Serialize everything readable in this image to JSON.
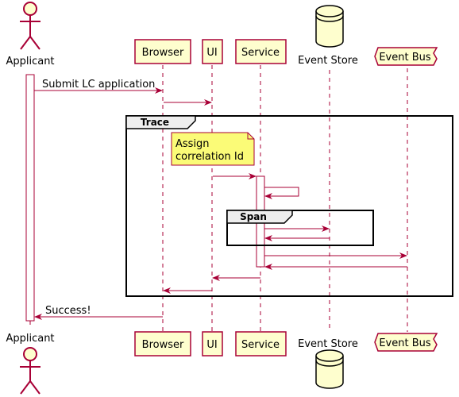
{
  "diagram": {
    "type": "sequence",
    "participants": [
      {
        "id": "applicant",
        "label": "Applicant",
        "shape": "actor"
      },
      {
        "id": "browser",
        "label": "Browser",
        "shape": "box"
      },
      {
        "id": "ui",
        "label": "UI",
        "shape": "box"
      },
      {
        "id": "service",
        "label": "Service",
        "shape": "box"
      },
      {
        "id": "event_store",
        "label": "Event Store",
        "shape": "database"
      },
      {
        "id": "event_bus",
        "label": "Event Bus",
        "shape": "queue"
      }
    ],
    "groups": [
      {
        "label": "Trace"
      },
      {
        "label": "Span"
      }
    ],
    "note": {
      "lines": [
        "Assign",
        "correlation Id"
      ]
    },
    "messages": [
      {
        "from": "applicant",
        "to": "browser",
        "label": "Submit LC application"
      },
      {
        "from": "browser",
        "to": "ui",
        "label": ""
      },
      {
        "from": "ui",
        "to": "service",
        "label": ""
      },
      {
        "from": "service",
        "to": "service",
        "label": ""
      },
      {
        "from": "service",
        "to": "event_store",
        "label": ""
      },
      {
        "from": "event_store",
        "to": "service",
        "label": ""
      },
      {
        "from": "service",
        "to": "event_bus",
        "label": ""
      },
      {
        "from": "event_bus",
        "to": "service",
        "label": ""
      },
      {
        "from": "service",
        "to": "ui",
        "label": ""
      },
      {
        "from": "ui",
        "to": "browser",
        "label": ""
      },
      {
        "from": "browser",
        "to": "applicant",
        "label": "Success!"
      }
    ],
    "colors": {
      "participant_fill": "#FEFECE",
      "participant_border": "#A80036",
      "arrow": "#A80036",
      "note_fill": "#FBFB77",
      "group_header": "#EEEEEE"
    }
  }
}
